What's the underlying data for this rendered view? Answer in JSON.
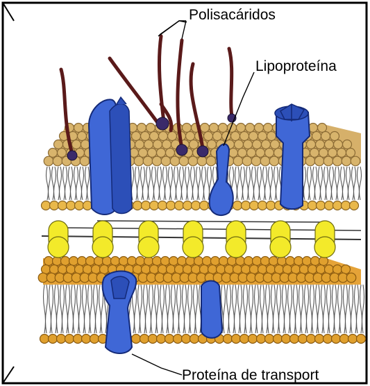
{
  "labels": {
    "polysaccharides": "Polisacáridos",
    "lipoprotein": "Lipoproteína",
    "transport_protein": "Proteína de transport"
  },
  "colors": {
    "background": "#ffffff",
    "phospholipid_head_upper": "#d8b46c",
    "phospholipid_head_lower": "#e0a02e",
    "protein": "#3f67d6",
    "cholesterol_cylinder": "#f3ea2a",
    "polysaccharide_chain": "#5a1a1a"
  }
}
